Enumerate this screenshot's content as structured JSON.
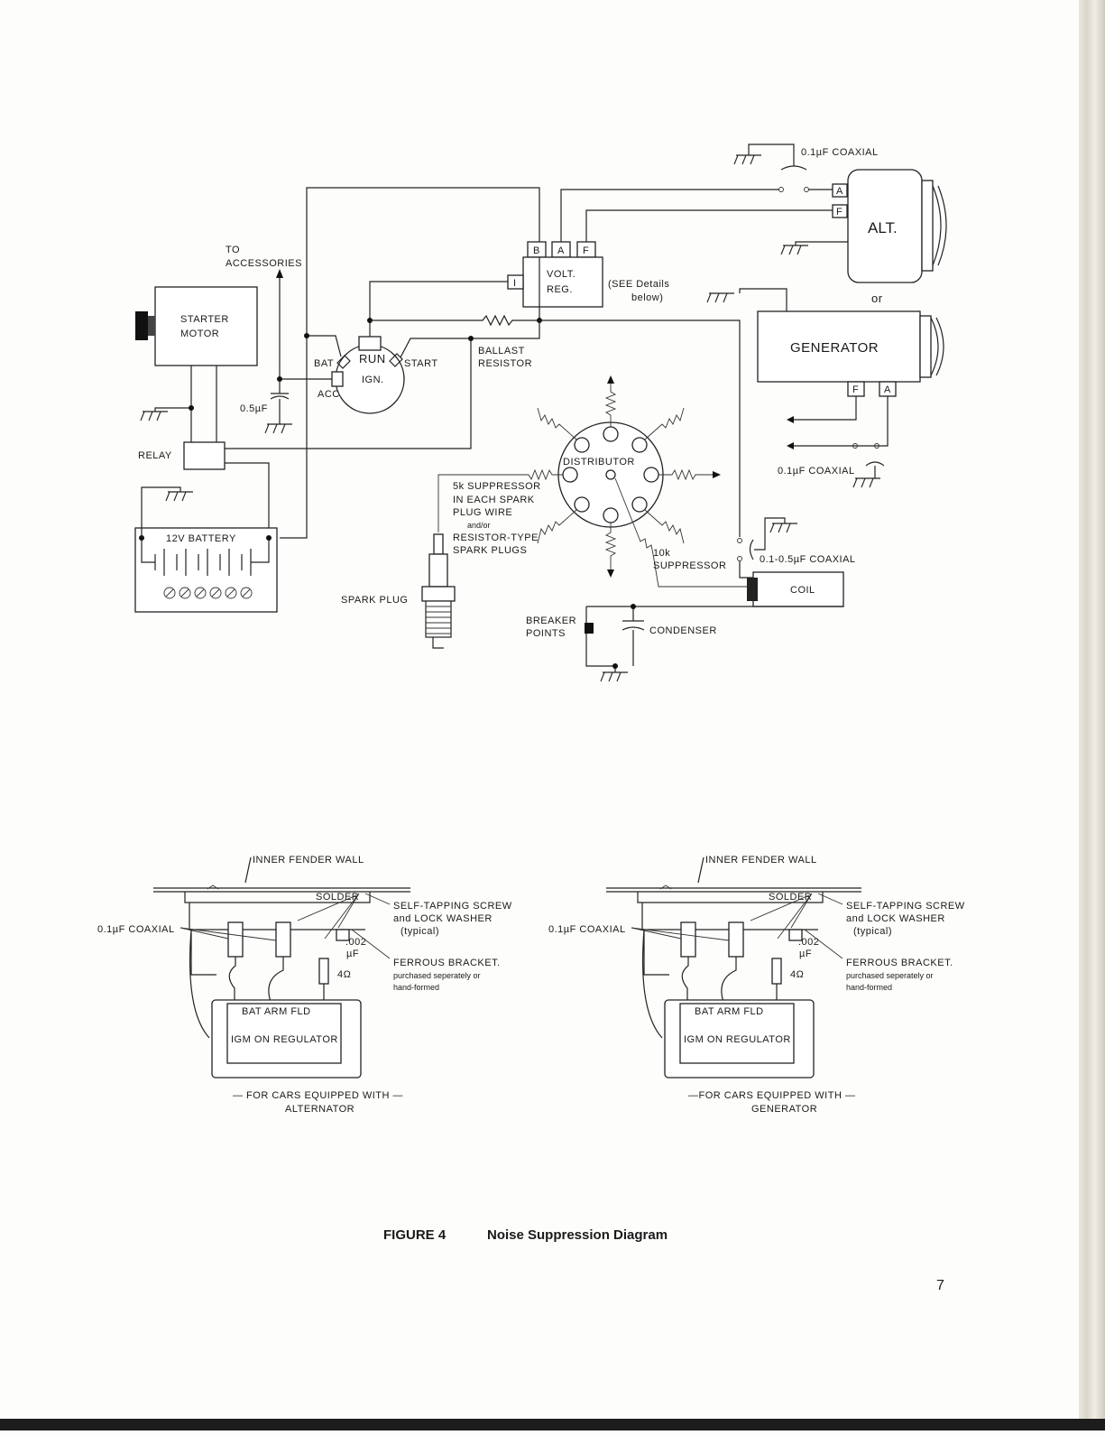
{
  "figure": {
    "number": "FIGURE 4",
    "title": "Noise Suppression Diagram"
  },
  "page_number": "7",
  "schematic": {
    "top_coaxial": "0.1µF COAXIAL",
    "alternator": {
      "label": "ALT.",
      "terminal_a": "A",
      "terminal_f": "F"
    },
    "or_label": "or",
    "generator": {
      "label": "GENERATOR",
      "terminal_f": "F",
      "terminal_a": "A"
    },
    "generator_coaxial": "0.1µF COAXIAL",
    "volt_reg": {
      "line1": "VOLT.",
      "line2": "REG.",
      "terminal_b": "B",
      "terminal_a": "A",
      "terminal_f": "F",
      "terminal_i": "I"
    },
    "see_details_1": "(SEE Details",
    "see_details_2": "below)",
    "to_accessories_1": "TO",
    "to_accessories_2": "ACCESSORIES",
    "starter_1": "STARTER",
    "starter_2": "MOTOR",
    "relay": "RELAY",
    "battery": "12V BATTERY",
    "acc_cap": "0.5µF",
    "ign": {
      "bat": "BAT",
      "run": "RUN",
      "ign": "IGN.",
      "acc": "ACC",
      "start": "START"
    },
    "ballast_1": "BALLAST",
    "ballast_2": "RESISTOR",
    "distributor": "DISTRIBUTOR",
    "suppressor_note": [
      "5k SUPPRESSOR",
      "IN EACH SPARK",
      "PLUG WIRE",
      "and/or",
      "RESISTOR-TYPE",
      "SPARK PLUGS"
    ],
    "spark_plug": "SPARK PLUG",
    "suppressor_10k_1": "10k",
    "suppressor_10k_2": "SUPPRESSOR",
    "coil_coaxial": "0.1-0.5µF COAXIAL",
    "coil": "COIL",
    "breaker_1": "BREAKER",
    "breaker_2": "POINTS",
    "condenser": "CONDENSER"
  },
  "details": [
    {
      "fender": "INNER FENDER WALL",
      "solder": "SOLDER",
      "screw_1": "SELF-TAPPING SCREW",
      "screw_2": "and LOCK WASHER",
      "screw_3": "(typical)",
      "coaxial": "0.1µF COAXIAL",
      "cap_1": ".002",
      "cap_2": "µF",
      "resistor": "4Ω",
      "bracket_1": "FERROUS BRACKET.",
      "bracket_2": "purchased seperately or",
      "bracket_3": "hand-formed",
      "terminals": "BAT ARM FLD",
      "regulator": "IGM ON REGULATOR",
      "caption_1": "— FOR CARS EQUIPPED WITH —",
      "caption_2": "ALTERNATOR"
    },
    {
      "fender": "INNER FENDER WALL",
      "solder": "SOLDER",
      "screw_1": "SELF-TAPPING SCREW",
      "screw_2": "and LOCK WASHER",
      "screw_3": "(typical)",
      "coaxial": "0.1µF COAXIAL",
      "cap_1": ".002",
      "cap_2": "µF",
      "resistor": "4Ω",
      "bracket_1": "FERROUS BRACKET.",
      "bracket_2": "purchased seperately or",
      "bracket_3": "hand-formed",
      "terminals": "BAT ARM FLD",
      "regulator": "IGM ON REGULATOR",
      "caption_1": "—FOR CARS EQUIPPED WITH —",
      "caption_2": "GENERATOR"
    }
  ]
}
